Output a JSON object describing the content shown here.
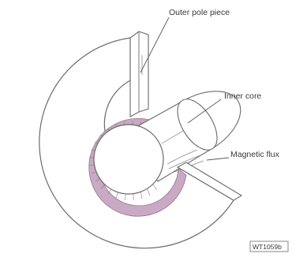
{
  "labels": {
    "outer_pole_piece": "Outer pole piece",
    "inner_core": "Inner core",
    "magnetic_flux": "Magnetic flux"
  },
  "figure_ref": "WT1059b",
  "colors": {
    "outline": "#6a6a6a",
    "flux_band": "#c9a9c4",
    "background": "#ffffff"
  }
}
